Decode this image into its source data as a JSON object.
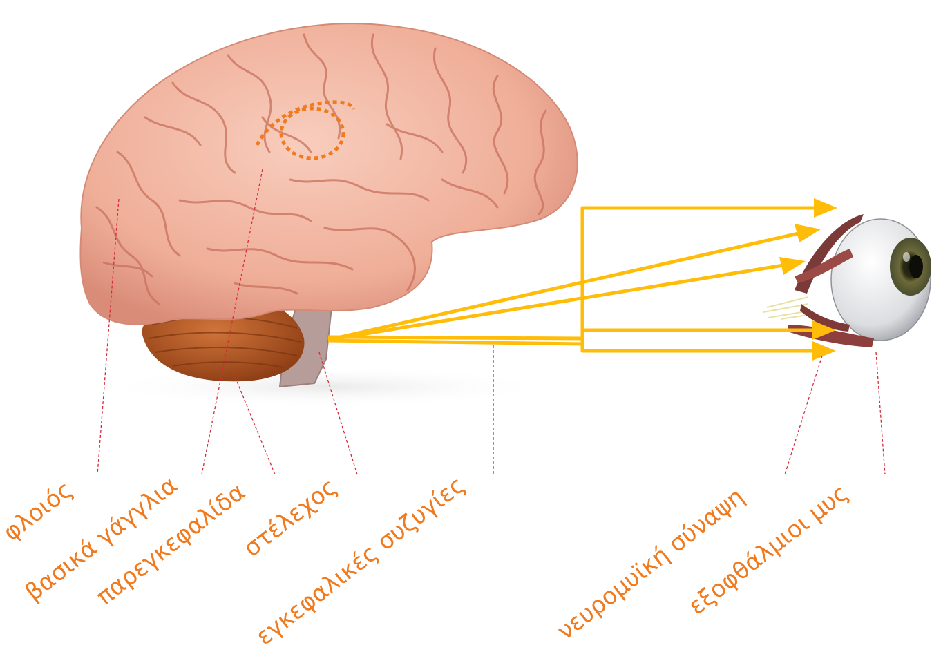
{
  "labels": {
    "cortex": "φλοιός",
    "basal_ganglia": "βασικά γάγγλια",
    "cerebellum": "παρεγκεφαλίδα",
    "brainstem": "στέλεχος",
    "cranial_nerves": "εγκεφαλικές συζυγίες",
    "nmj": "νευρομυϊκή σύναψη",
    "eom": "εξοφθάλμιοι μυς"
  },
  "colors": {
    "label": "#f07a1e",
    "arrow": "#ffbd0a",
    "leader": "#d8283a",
    "brain": "#f0b3a0",
    "brain_shade": "#d98c78",
    "cerebellum": "#b85a23",
    "stem": "#b79d9a",
    "highlight": "#f07a1e"
  },
  "icons": {
    "brain": "brain-illustration",
    "eye": "eyeball-illustration"
  }
}
